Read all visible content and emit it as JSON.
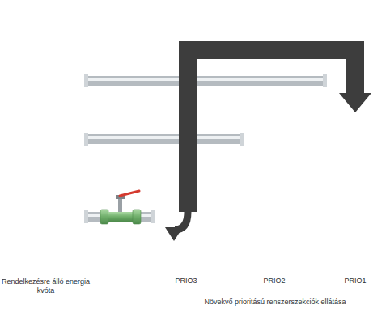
{
  "diagram": {
    "nodes": [
      {
        "text": [
          "Rendelkezésre álló energia kvóta"
        ]
      },
      {
        "text": [
          "PRIO3"
        ]
      },
      {
        "text": [
          "PRIO2"
        ]
      },
      {
        "text": [
          "PRIO1"
        ]
      }
    ],
    "edges": [
      {
        "from": 0,
        "to": 3,
        "arrow": "none"
      },
      {
        "from": 0,
        "to": 2,
        "arrow": "none"
      },
      {
        "from": 0,
        "to": 1,
        "arrow": "none"
      },
      {
        "from": 1,
        "to": 3,
        "arrow": "to"
      }
    ],
    "labels": [
      "Növekvő prioritású renszerszekciók ellátása"
    ]
  }
}
